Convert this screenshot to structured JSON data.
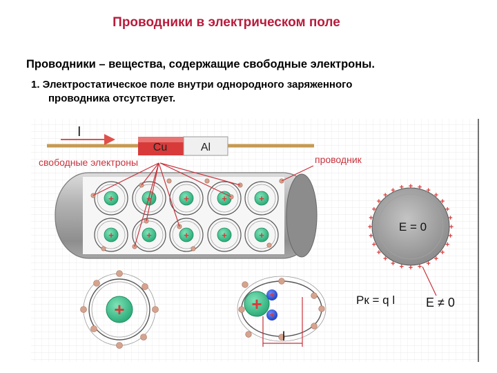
{
  "title": "Проводники в электрическом поле",
  "definition": "Проводники – вещества, содержащие свободные электроны.",
  "statement_line1": "1. Электростатическое поле внутри однородного заряженного",
  "statement_line2": "проводника отсутствует.",
  "diagram": {
    "current_label": "I",
    "wire_cu": "Cu",
    "wire_al": "Al",
    "free_electrons_label": "свободные электроны",
    "conductor_label": "проводник",
    "field_zero": "E = 0",
    "field_nonzero": "E ≠ 0",
    "dipole_moment": "Pк = q l",
    "distance_label": "l",
    "plus_sign": "+",
    "colors": {
      "title": "#b71c3c",
      "wire": "#c69a53",
      "cu_insulation": "#d83a3a",
      "ion": "#3fbf8c",
      "electron": "#d6a38e",
      "annotation_red": "#c8323c",
      "negative_charge": "#2a4fd1"
    }
  }
}
